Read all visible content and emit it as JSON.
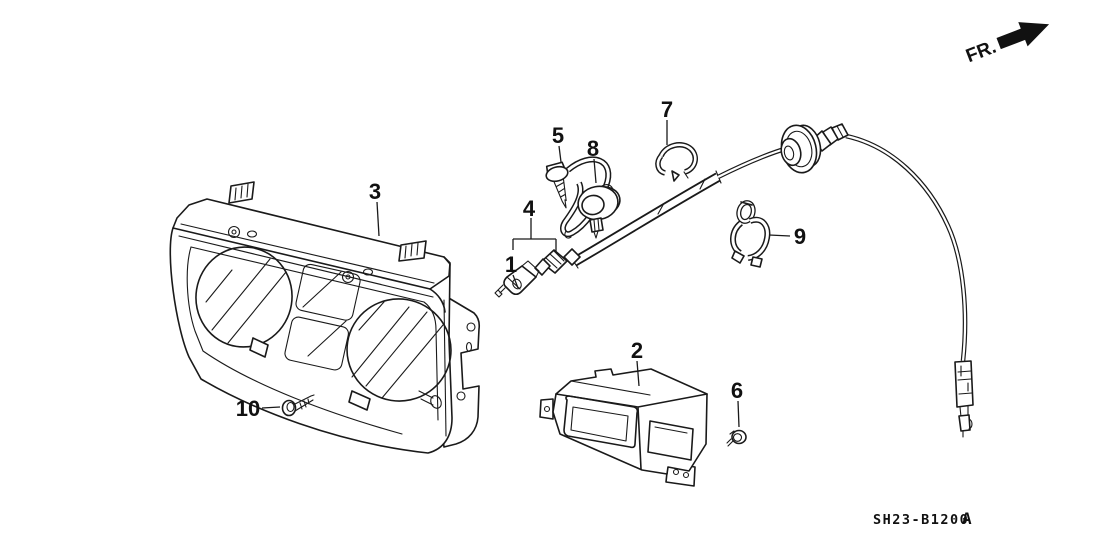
{
  "diagram": {
    "direction_label": "FR.",
    "drawing_code": "SH23-B1200",
    "drawing_code_suffix": "A"
  },
  "parts": [
    {
      "number": "1"
    },
    {
      "number": "2"
    },
    {
      "number": "3"
    },
    {
      "number": "4"
    },
    {
      "number": "5"
    },
    {
      "number": "6"
    },
    {
      "number": "7"
    },
    {
      "number": "8"
    },
    {
      "number": "9"
    },
    {
      "number": "10"
    }
  ]
}
